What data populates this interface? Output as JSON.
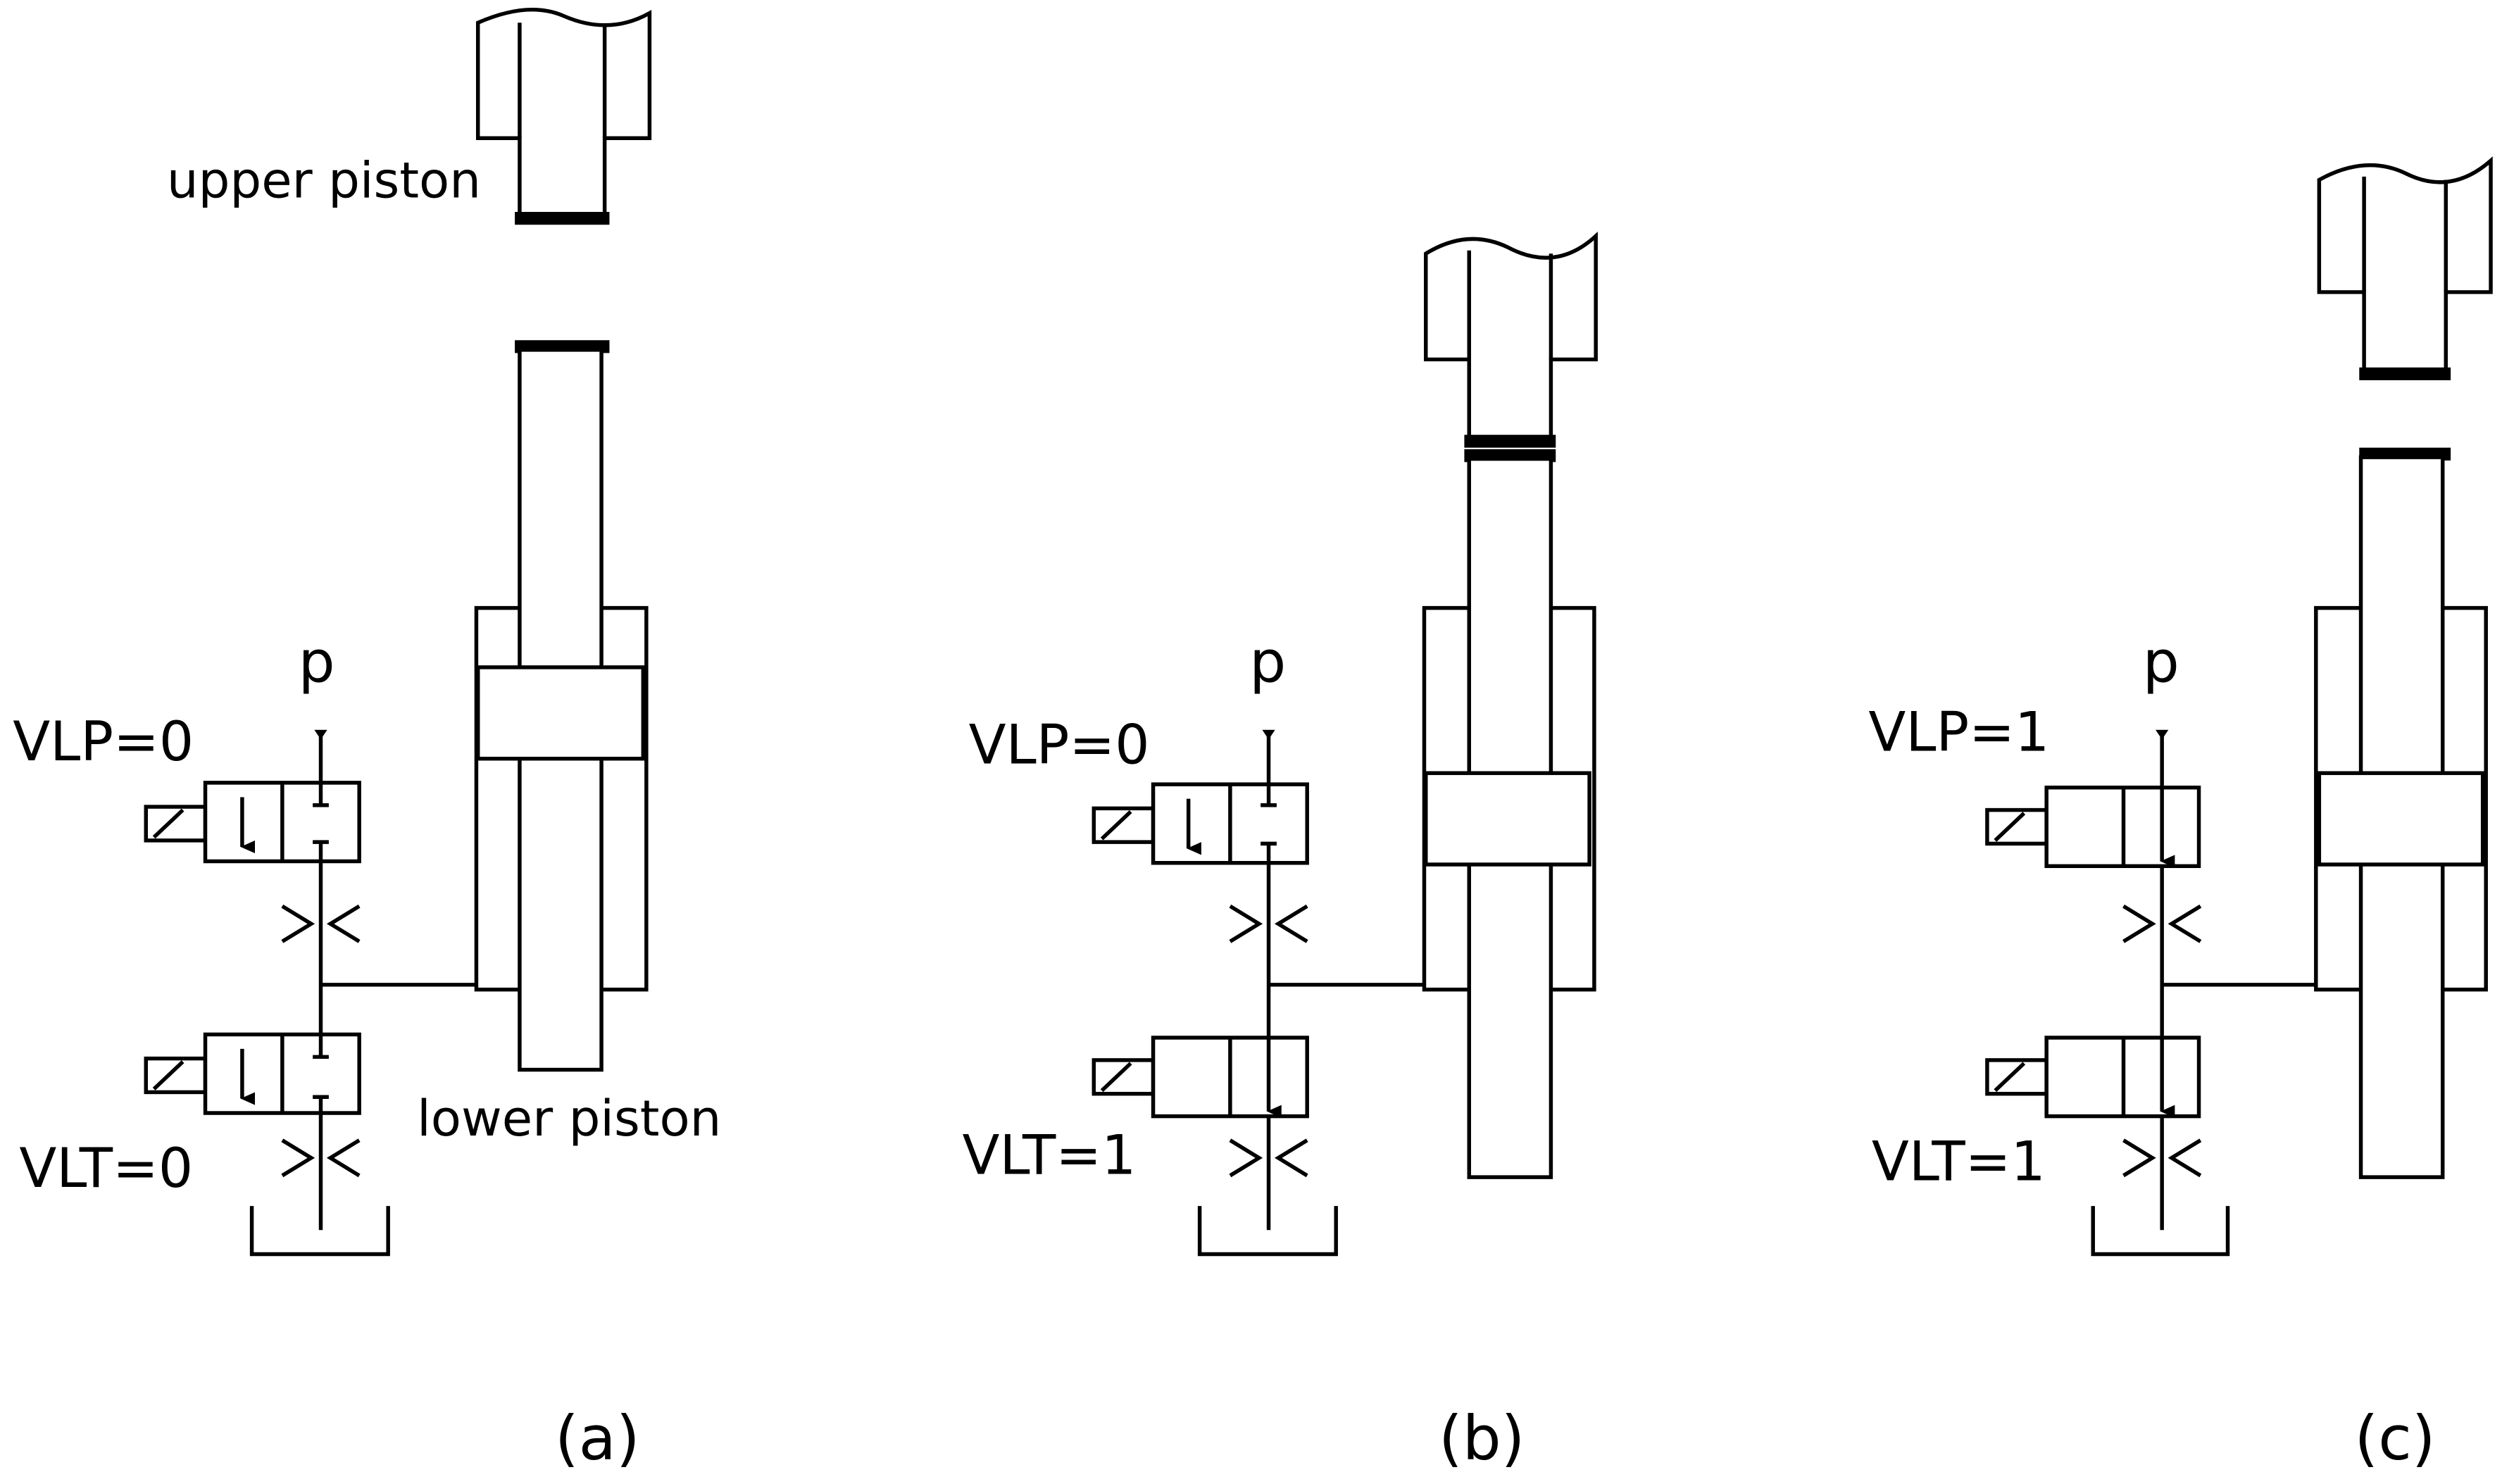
{
  "labels": {
    "upper_piston": "upper piston",
    "lower_piston": "lower piston",
    "pressure": "p"
  },
  "panels": [
    {
      "id": "a",
      "caption": "(a)",
      "vlp_label": "VLP=0",
      "vlt_label": "VLT=0",
      "vlp": 0,
      "vlt": 0
    },
    {
      "id": "b",
      "caption": "(b)",
      "vlp_label": "VLP=0",
      "vlt_label": "VLT=1",
      "vlp": 0,
      "vlt": 1
    },
    {
      "id": "c",
      "caption": "(c)",
      "vlp_label": "VLP=1",
      "vlt_label": "VLT=1",
      "vlp": 1,
      "vlt": 1
    }
  ]
}
